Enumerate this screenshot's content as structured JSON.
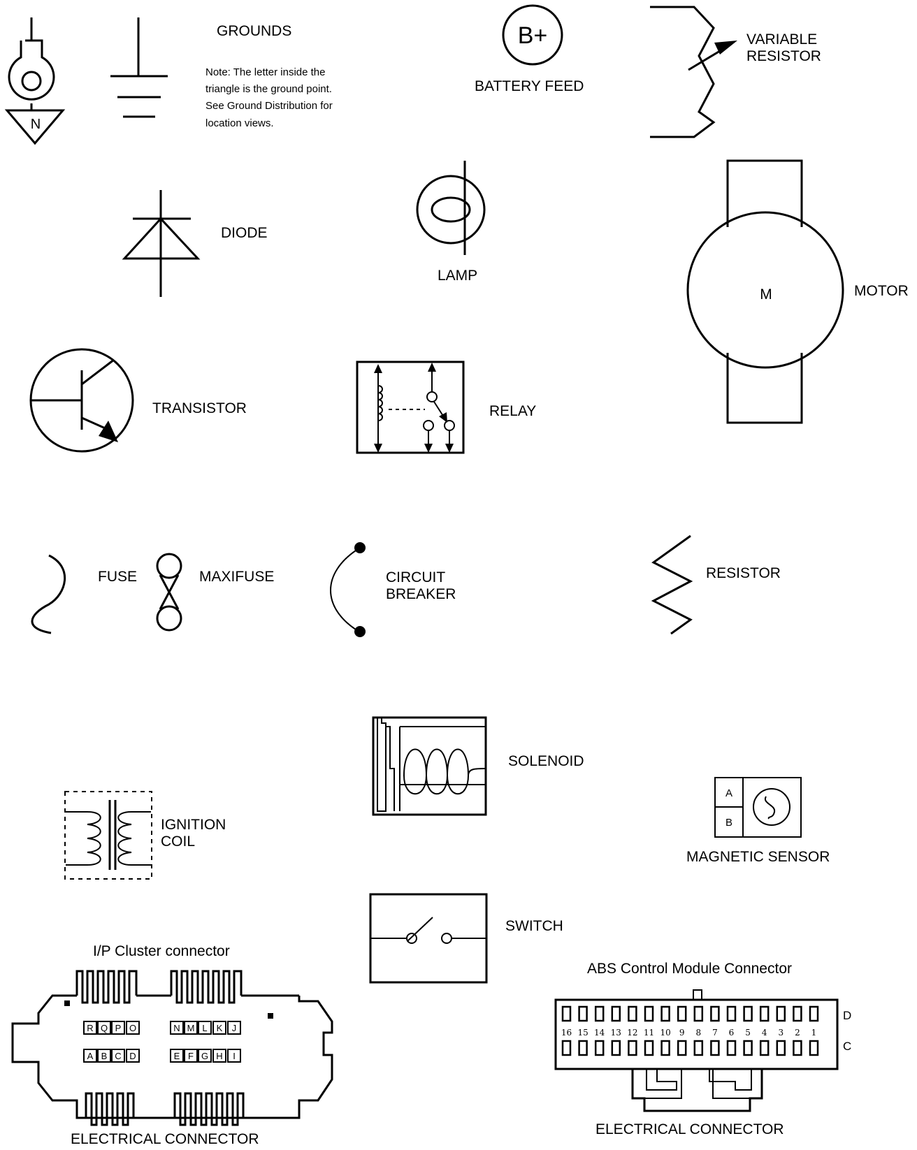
{
  "labels": {
    "grounds": "GROUNDS",
    "grounds_note": [
      "Note:  The letter inside the",
      "triangle is the ground point.",
      "See Ground Distribution for",
      "location views."
    ],
    "ground_point_letter": "N",
    "battery_symbol": "B+",
    "battery_feed": "BATTERY FEED",
    "variable_resistor": [
      "VARIABLE",
      "RESISTOR"
    ],
    "diode": "DIODE",
    "lamp": "LAMP",
    "motor_letter": "M",
    "motor": "MOTOR",
    "transistor": "TRANSISTOR",
    "relay": "RELAY",
    "fuse": "FUSE",
    "maxifuse": "MAXIFUSE",
    "circuit_breaker": [
      "CIRCUIT",
      "BREAKER"
    ],
    "resistor": "RESISTOR",
    "solenoid": "SOLENOID",
    "ignition_coil": [
      "IGNITION",
      "COIL"
    ],
    "magnetic_sensor_pins": [
      "A",
      "B"
    ],
    "magnetic_sensor": "MAGNETIC SENSOR",
    "switch": "SWITCH",
    "ip_cluster_connector": "I/P Cluster connector",
    "ip_connector_pins_top": [
      "R",
      "Q",
      "P",
      "O",
      "N",
      "M",
      "L",
      "K",
      "J"
    ],
    "ip_connector_pins_bottom": [
      "A",
      "B",
      "C",
      "D",
      "E",
      "F",
      "G",
      "H",
      "I"
    ],
    "electrical_connector_left": "ELECTRICAL CONNECTOR",
    "abs_connector": "ABS Control Module Connector",
    "abs_pin_numbers": [
      "16",
      "15",
      "14",
      "13",
      "12",
      "11",
      "10",
      "9",
      "8",
      "7",
      "6",
      "5",
      "4",
      "3",
      "2",
      "1"
    ],
    "abs_row_d": "D",
    "abs_row_c": "C",
    "electrical_connector_right": "ELECTRICAL CONNECTOR"
  }
}
